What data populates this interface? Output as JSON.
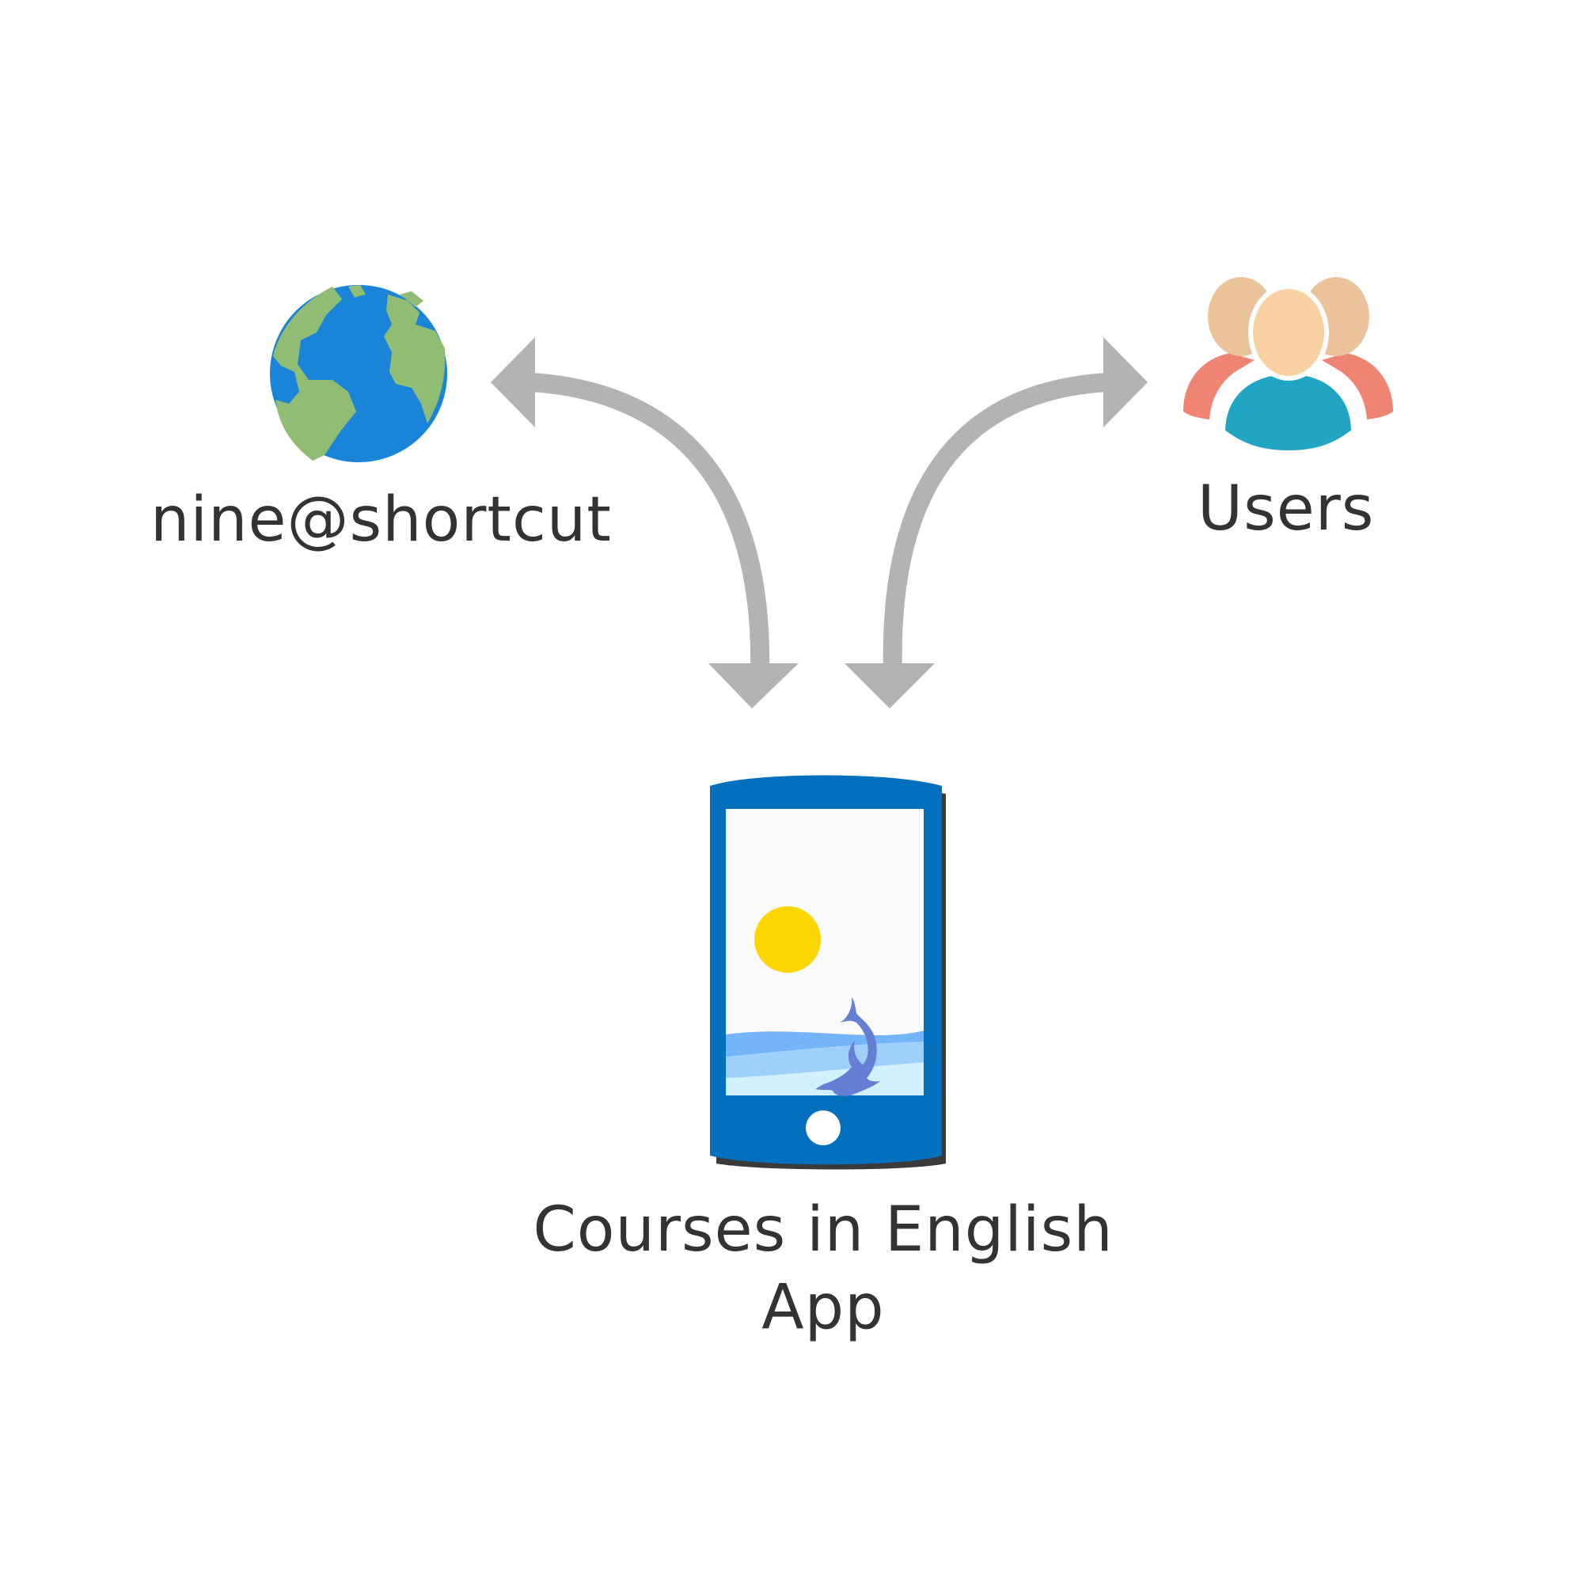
{
  "nodes": {
    "globe": {
      "label": "nine@shortcut",
      "icon": "globe-icon"
    },
    "users": {
      "label": "Users",
      "icon": "users-group-icon"
    },
    "app": {
      "label_line1": "Courses in English",
      "label_line2": "App",
      "icon": "mobile-phone-icon"
    }
  },
  "edges": [
    {
      "from": "globe",
      "to": "app",
      "direction": "bidirectional"
    },
    {
      "from": "users",
      "to": "app",
      "direction": "bidirectional"
    }
  ],
  "colors": {
    "arrow": "#b3b3b3",
    "text": "#333333",
    "ocean": "#1a84d8",
    "land": "#90bc73",
    "phone_body": "#0370bd",
    "phone_shadow": "#3a3a3a",
    "sun": "#ffd600",
    "user_center_head": "#f9d2a3",
    "user_center_body": "#21a5c5",
    "user_side_head": "#ecc49b",
    "user_side_body": "#ef8472"
  }
}
